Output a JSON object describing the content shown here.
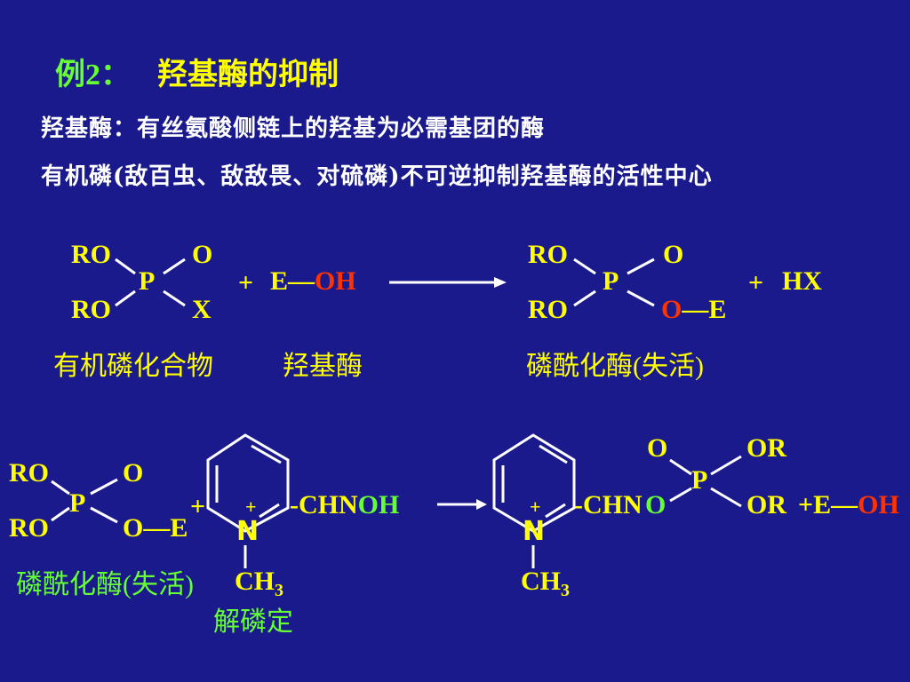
{
  "colors": {
    "background": "#1a1a8c",
    "yellow": "#ffff00",
    "green": "#66ff33",
    "red": "#ff3300",
    "white": "#ffffff"
  },
  "title": {
    "prefix": "例2：",
    "text": "羟基酶的抑制"
  },
  "lines": [
    "羟基酶：有丝氨酸侧链上的羟基为必需基团的酶",
    "有机磷(敌百虫、敌敌畏、对硫磷)不可逆抑制羟基酶的活性中心"
  ],
  "reaction1": {
    "reactant": {
      "ro_top": "RO",
      "o_top": "O",
      "p": "P",
      "ro_bottom": "RO",
      "x": "X"
    },
    "plus": "+",
    "enzyme": {
      "e": "E",
      "dash": "—",
      "oh": "OH"
    },
    "product": {
      "ro_top": "RO",
      "o_top": "O",
      "p": "P",
      "ro_bottom": "RO",
      "o": "O",
      "dash": "—",
      "e": "E"
    },
    "plus2": "+",
    "byproduct": "HX",
    "captions": [
      "有机磷化合物",
      "羟基酶",
      "磷酰化酶(失活)"
    ]
  },
  "reaction2": {
    "reactant": {
      "ro_top": "RO",
      "o_top": "O",
      "p": "P",
      "ro_bottom": "RO",
      "o": "O",
      "dash": "—",
      "e": "E"
    },
    "plus": "+",
    "pyridinium": {
      "charge": "+",
      "n": "N",
      "ch3": "CH",
      "sub3": "3",
      "chn": "-CHN",
      "oh": "OH"
    },
    "product_pyridinium": {
      "charge": "+",
      "n": "N",
      "ch3": "CH",
      "sub3": "3",
      "chn": "-CHN",
      "o": "O"
    },
    "product_phosphate": {
      "o_top": "O",
      "or_top": "OR",
      "p": "P",
      "or_bottom": "OR"
    },
    "tail": {
      "plus": "+",
      "e": "E",
      "dash": "—",
      "oh": "OH"
    },
    "captions": {
      "inactive": "磷酰化酶(失活)",
      "antidote": "解磷定"
    }
  }
}
